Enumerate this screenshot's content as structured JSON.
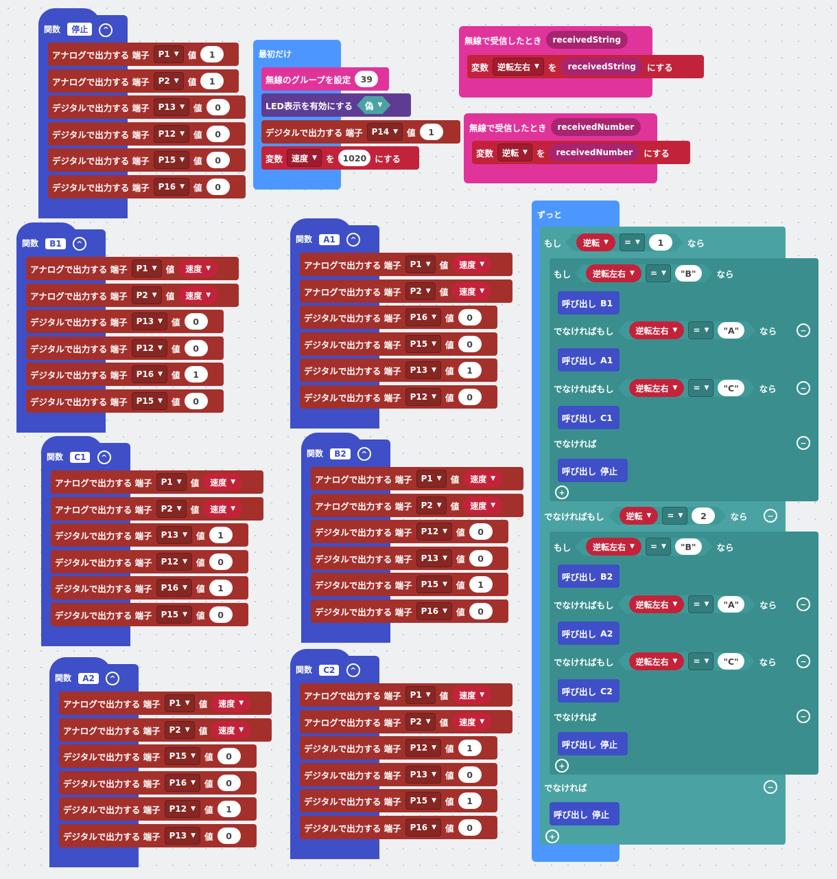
{
  "terms": {
    "function": "関数",
    "analog_write": "アナログで出力する 端子",
    "digital_write": "デジタルで出力する 端子",
    "value": "値",
    "call": "呼び出し",
    "if": "もし",
    "then": "なら",
    "else_if": "でなければもし",
    "else": "でなければ",
    "variable": "変数",
    "to": "を",
    "set_suffix": "にする",
    "eq": "="
  },
  "functions": {
    "stop": {
      "name": "停止",
      "rows": [
        {
          "kind": "analog",
          "pin": "P1",
          "value": "1"
        },
        {
          "kind": "analog",
          "pin": "P2",
          "value": "1"
        },
        {
          "kind": "digital",
          "pin": "P13",
          "value": "0"
        },
        {
          "kind": "digital",
          "pin": "P12",
          "value": "0"
        },
        {
          "kind": "digital",
          "pin": "P15",
          "value": "0"
        },
        {
          "kind": "digital",
          "pin": "P16",
          "value": "0"
        }
      ]
    },
    "B1": {
      "name": "B1",
      "rows": [
        {
          "kind": "analog",
          "pin": "P1",
          "value": "速度",
          "var": true
        },
        {
          "kind": "analog",
          "pin": "P2",
          "value": "速度",
          "var": true
        },
        {
          "kind": "digital",
          "pin": "P13",
          "value": "0"
        },
        {
          "kind": "digital",
          "pin": "P12",
          "value": "0"
        },
        {
          "kind": "digital",
          "pin": "P16",
          "value": "1"
        },
        {
          "kind": "digital",
          "pin": "P15",
          "value": "0"
        }
      ]
    },
    "A1": {
      "name": "A1",
      "rows": [
        {
          "kind": "analog",
          "pin": "P1",
          "value": "速度",
          "var": true
        },
        {
          "kind": "analog",
          "pin": "P2",
          "value": "速度",
          "var": true
        },
        {
          "kind": "digital",
          "pin": "P16",
          "value": "0"
        },
        {
          "kind": "digital",
          "pin": "P15",
          "value": "0"
        },
        {
          "kind": "digital",
          "pin": "P13",
          "value": "1"
        },
        {
          "kind": "digital",
          "pin": "P12",
          "value": "0"
        }
      ]
    },
    "C1": {
      "name": "C1",
      "rows": [
        {
          "kind": "analog",
          "pin": "P1",
          "value": "速度",
          "var": true
        },
        {
          "kind": "analog",
          "pin": "P2",
          "value": "速度",
          "var": true
        },
        {
          "kind": "digital",
          "pin": "P13",
          "value": "1"
        },
        {
          "kind": "digital",
          "pin": "P12",
          "value": "0"
        },
        {
          "kind": "digital",
          "pin": "P16",
          "value": "1"
        },
        {
          "kind": "digital",
          "pin": "P15",
          "value": "0"
        }
      ]
    },
    "B2": {
      "name": "B2",
      "rows": [
        {
          "kind": "analog",
          "pin": "P1",
          "value": "速度",
          "var": true
        },
        {
          "kind": "analog",
          "pin": "P2",
          "value": "速度",
          "var": true
        },
        {
          "kind": "digital",
          "pin": "P12",
          "value": "0"
        },
        {
          "kind": "digital",
          "pin": "P13",
          "value": "0"
        },
        {
          "kind": "digital",
          "pin": "P15",
          "value": "1"
        },
        {
          "kind": "digital",
          "pin": "P16",
          "value": "0"
        }
      ]
    },
    "A2": {
      "name": "A2",
      "rows": [
        {
          "kind": "analog",
          "pin": "P1",
          "value": "速度",
          "var": true
        },
        {
          "kind": "analog",
          "pin": "P2",
          "value": "速度",
          "var": true
        },
        {
          "kind": "digital",
          "pin": "P15",
          "value": "0"
        },
        {
          "kind": "digital",
          "pin": "P16",
          "value": "0"
        },
        {
          "kind": "digital",
          "pin": "P12",
          "value": "1"
        },
        {
          "kind": "digital",
          "pin": "P13",
          "value": "0"
        }
      ]
    },
    "C2": {
      "name": "C2",
      "rows": [
        {
          "kind": "analog",
          "pin": "P1",
          "value": "速度",
          "var": true
        },
        {
          "kind": "analog",
          "pin": "P2",
          "value": "速度",
          "var": true
        },
        {
          "kind": "digital",
          "pin": "P12",
          "value": "1"
        },
        {
          "kind": "digital",
          "pin": "P13",
          "value": "0"
        },
        {
          "kind": "digital",
          "pin": "P15",
          "value": "1"
        },
        {
          "kind": "digital",
          "pin": "P16",
          "value": "0"
        }
      ]
    }
  },
  "on_start": {
    "label": "最初だけ",
    "radio_group_label": "無線のグループを設定",
    "radio_group_value": "39",
    "led_enable_label": "LED表示を有効にする",
    "led_enable_value": "偽",
    "digital_pin": "P14",
    "digital_value": "1",
    "var_name": "速度",
    "var_value": "1020"
  },
  "radio_string": {
    "label": "無線で受信したとき",
    "param": "receivedString",
    "var_name": "逆転左右",
    "value": "receivedString"
  },
  "radio_number": {
    "label": "無線で受信したとき",
    "param": "receivedNumber",
    "var_name": "逆転",
    "value": "receivedNumber"
  },
  "forever": {
    "label": "ずっと",
    "outer_var": "逆転",
    "inner_var": "逆転左右",
    "outer_cond1": "1",
    "outer_cond2": "2",
    "str_b": "\"B\"",
    "str_a": "\"A\"",
    "str_c": "\"C\"",
    "call_b1": "B1",
    "call_a1": "A1",
    "call_c1": "C1",
    "call_b2": "B2",
    "call_a2": "A2",
    "call_c2": "C2",
    "call_stop": "停止"
  },
  "colors": {
    "function": "#3f4fc7",
    "pins": "#a4302c",
    "variable": "#c3233a",
    "basic": "#4c97ff",
    "radio": "#e0349b",
    "led": "#5f3c94",
    "logic": "#4aa3a2"
  }
}
